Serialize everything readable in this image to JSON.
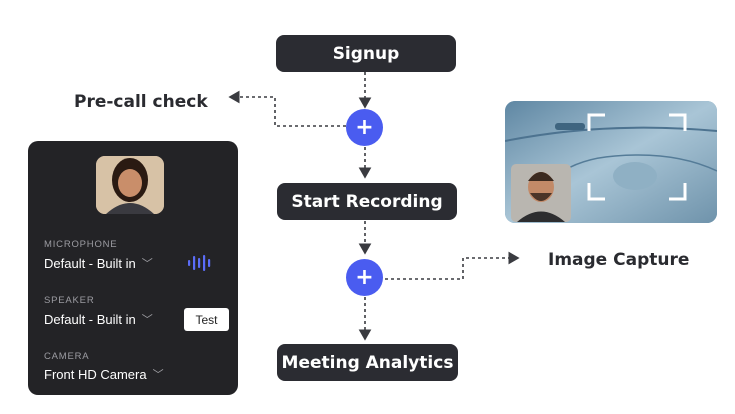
{
  "flow": {
    "steps": [
      "Signup",
      "Start Recording",
      "Meeting Analytics"
    ],
    "plus_symbol": "+",
    "branches": [
      "Pre-call check",
      "Image Capture"
    ]
  },
  "device_panel": {
    "microphone": {
      "caption": "MICROPHONE",
      "value": "Default - Built in"
    },
    "speaker": {
      "caption": "SPEAKER",
      "value": "Default - Built in",
      "test_label": "Test"
    },
    "camera": {
      "caption": "CAMERA",
      "value": "Front HD Camera"
    }
  },
  "colors": {
    "step_bg": "#2b2c32",
    "accent": "#4a5cf0",
    "panel_bg": "#232326"
  }
}
